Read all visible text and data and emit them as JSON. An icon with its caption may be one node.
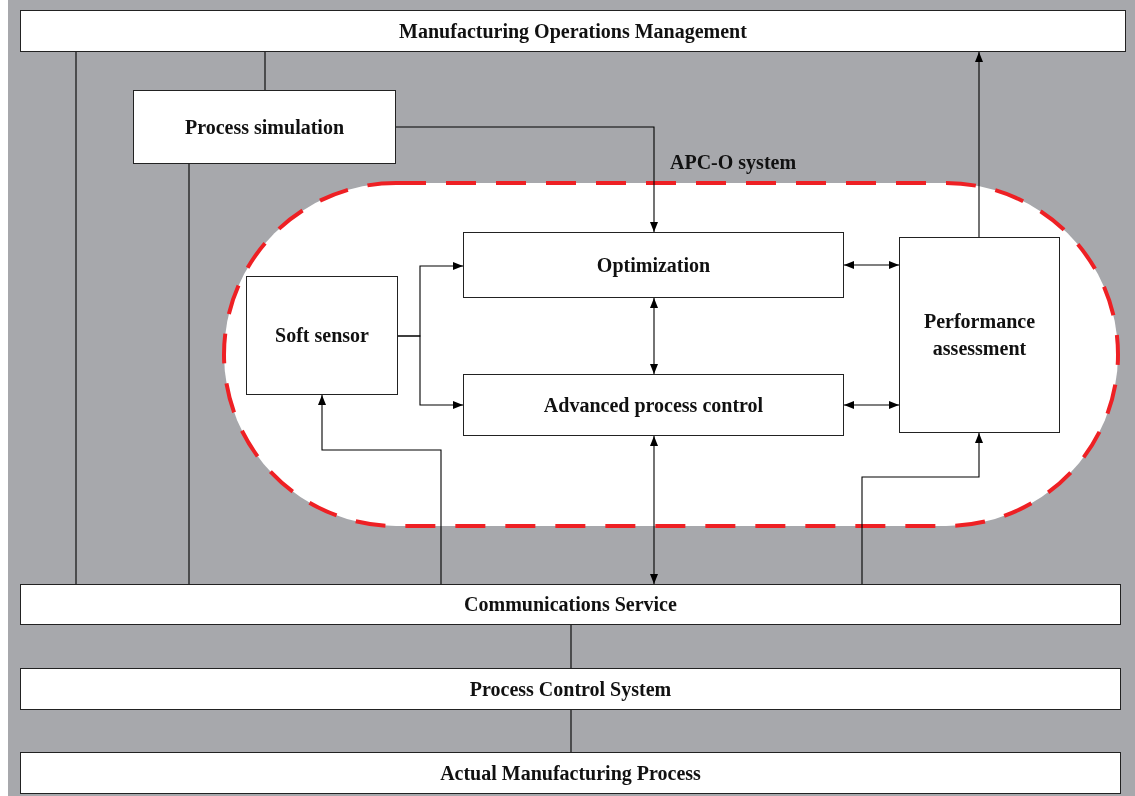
{
  "diagram": {
    "nodes": [
      {
        "text": [
          "Manufacturing Operations Management"
        ]
      },
      {
        "text": [
          "Process simulation"
        ]
      },
      {
        "text": [
          "APC-O system"
        ]
      },
      {
        "text": [
          "Soft sensor"
        ],
        "in": 2
      },
      {
        "text": [
          "Optimization"
        ],
        "in": 2
      },
      {
        "text": [
          "Advanced process control"
        ],
        "in": 2
      },
      {
        "text": [
          "Performance assessment"
        ],
        "in": 2
      },
      {
        "text": [
          "Communications Service"
        ]
      },
      {
        "text": [
          "Process Control System"
        ]
      },
      {
        "text": [
          "Actual Manufacturing Process"
        ]
      }
    ],
    "edges": [
      {
        "from": 0,
        "to": 7,
        "arrow": "none"
      },
      {
        "from": 0,
        "to": 1,
        "arrow": "none"
      },
      {
        "from": 1,
        "to": 7,
        "arrow": "none"
      },
      {
        "from": 1,
        "to": 4,
        "arrow": "to"
      },
      {
        "from": 3,
        "to": 4,
        "arrow": "to"
      },
      {
        "from": 3,
        "to": 5,
        "arrow": "to"
      },
      {
        "from": 4,
        "to": 6,
        "arrow": "both"
      },
      {
        "from": 4,
        "to": 5,
        "arrow": "both"
      },
      {
        "from": 5,
        "to": 6,
        "arrow": "both"
      },
      {
        "from": 5,
        "to": 7,
        "arrow": "both"
      },
      {
        "from": 7,
        "to": 3,
        "arrow": "to"
      },
      {
        "from": 7,
        "to": 6,
        "arrow": "to"
      },
      {
        "from": 6,
        "to": 0,
        "arrow": "to"
      },
      {
        "from": 7,
        "to": 8,
        "arrow": "none"
      },
      {
        "from": 8,
        "to": 9,
        "arrow": "none"
      }
    ]
  }
}
